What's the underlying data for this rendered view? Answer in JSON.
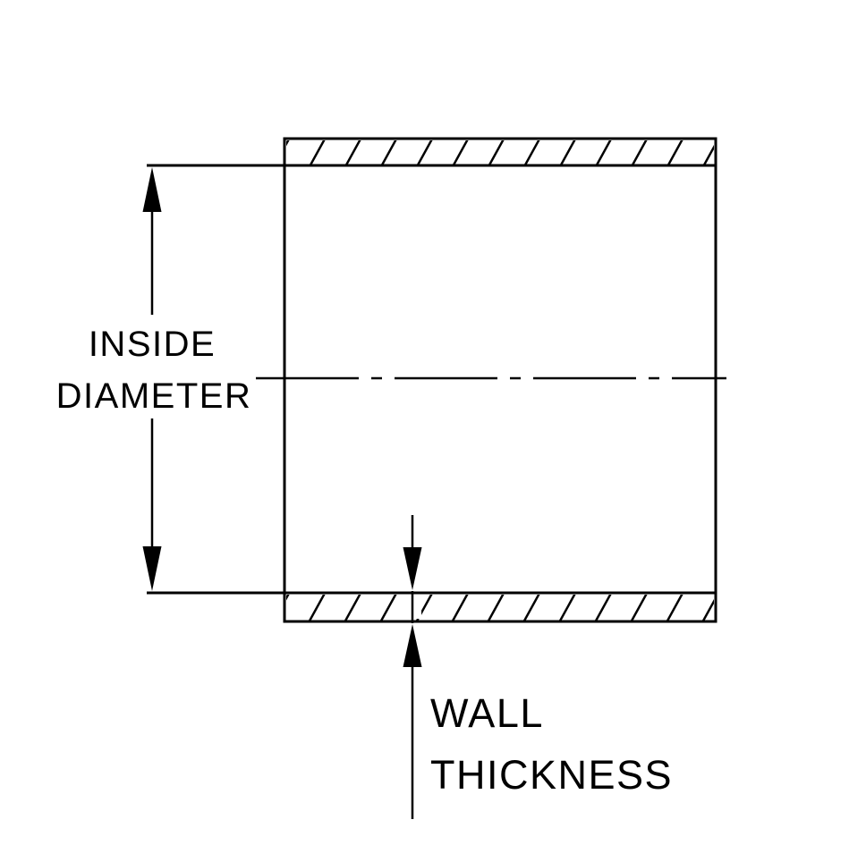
{
  "diagram": {
    "description": "Technical drawing of a hose cross-section showing inside diameter and wall thickness dimensions",
    "labels": {
      "inside_diameter_line1": "INSIDE",
      "inside_diameter_line2": "DIAMETER",
      "wall_thickness_line1": "WALL",
      "wall_thickness_line2": "THICKNESS"
    },
    "colors": {
      "line": "#000000",
      "background": "#ffffff"
    }
  }
}
